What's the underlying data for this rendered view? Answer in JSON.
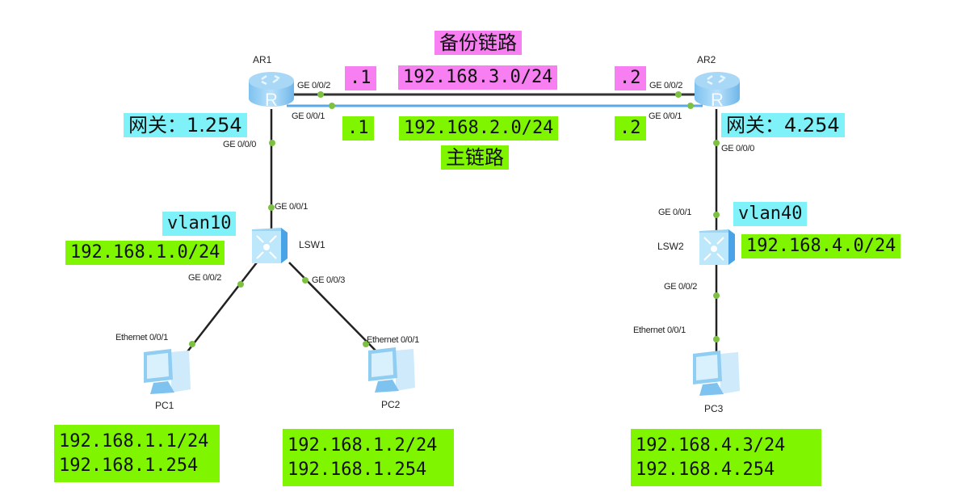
{
  "devices": {
    "ar1": {
      "name": "AR1",
      "type": "router"
    },
    "ar2": {
      "name": "AR2",
      "type": "router"
    },
    "lsw1": {
      "name": "LSW1",
      "type": "switch"
    },
    "lsw2": {
      "name": "LSW2",
      "type": "switch"
    },
    "pc1": {
      "name": "PC1",
      "type": "pc"
    },
    "pc2": {
      "name": "PC2",
      "type": "pc"
    },
    "pc3": {
      "name": "PC3",
      "type": "pc"
    }
  },
  "ports": {
    "ar1_g002": "GE 0/0/2",
    "ar1_g001": "GE 0/0/1",
    "ar1_g000": "GE 0/0/0",
    "ar2_g002": "GE 0/0/2",
    "ar2_g001": "GE 0/0/1",
    "ar2_g000": "GE 0/0/0",
    "lsw1_g001": "GE 0/0/1",
    "lsw1_g002": "GE 0/0/2",
    "lsw1_g003": "GE 0/0/3",
    "lsw2_g001": "GE 0/0/1",
    "lsw2_g002": "GE 0/0/2",
    "pc1_eth": "Ethernet 0/0/1",
    "pc2_eth": "Ethernet 0/0/1",
    "pc3_eth": "Ethernet 0/0/1"
  },
  "labels": {
    "backup_link_title": "备份链路",
    "backup_network": "192.168.3.0/24",
    "backup_ar1_ip": ".1",
    "backup_ar2_ip": ".2",
    "main_link_title": "主链路",
    "main_network": "192.168.2.0/24",
    "main_ar1_ip": ".1",
    "main_ar2_ip": ".2",
    "gw_left": "网关：1.254",
    "gw_right": "网关：4.254",
    "vlan_left": "vlan10",
    "vlan_right": "vlan40",
    "net_left": "192.168.1.0/24",
    "net_right": "192.168.4.0/24"
  },
  "pcs": {
    "pc1": {
      "ip": "192.168.1.1/24",
      "gateway": "192.168.1.254"
    },
    "pc2": {
      "ip": "192.168.1.2/24",
      "gateway": "192.168.1.254"
    },
    "pc3": {
      "ip": "192.168.4.3/24",
      "gateway": "192.168.4.254"
    }
  },
  "colors": {
    "backup": "#f77ff2",
    "main": "#7ff500",
    "gateway": "#7ff2f9",
    "main_link_line": "#5aa9e6",
    "port_dot": "#7cc142"
  }
}
